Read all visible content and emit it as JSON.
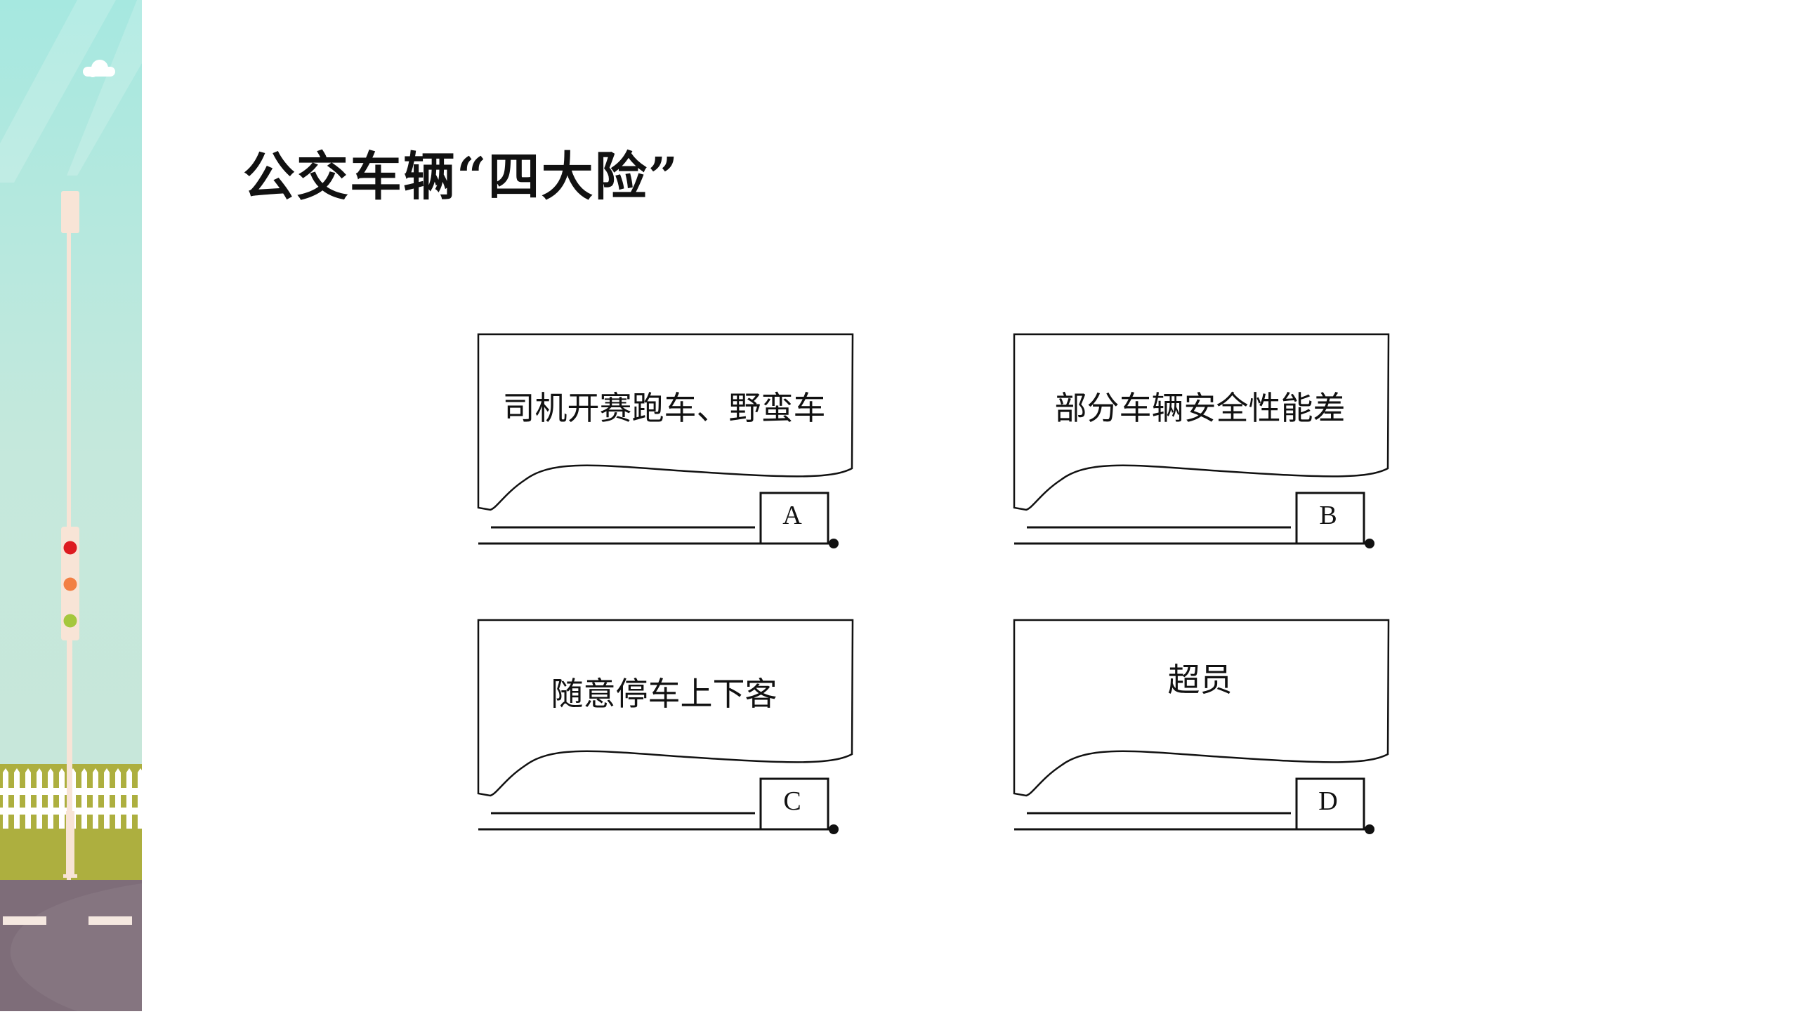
{
  "title": "公交车辆“四大险”",
  "options": [
    {
      "letter": "A",
      "text": "司机开赛跑车、野蛮车"
    },
    {
      "letter": "B",
      "text": "部分车辆安全性能差"
    },
    {
      "letter": "C",
      "text": "随意停车上下客"
    },
    {
      "letter": "D",
      "text": "超员"
    }
  ],
  "colors": {
    "sky_top": "#a6e8e0",
    "sky_bottom": "#c9e6d8",
    "grass": "#adaf3f",
    "road": "#7e6d79",
    "light_red": "#dd1b20",
    "light_orange": "#f27f43",
    "light_green": "#a5c73c"
  }
}
